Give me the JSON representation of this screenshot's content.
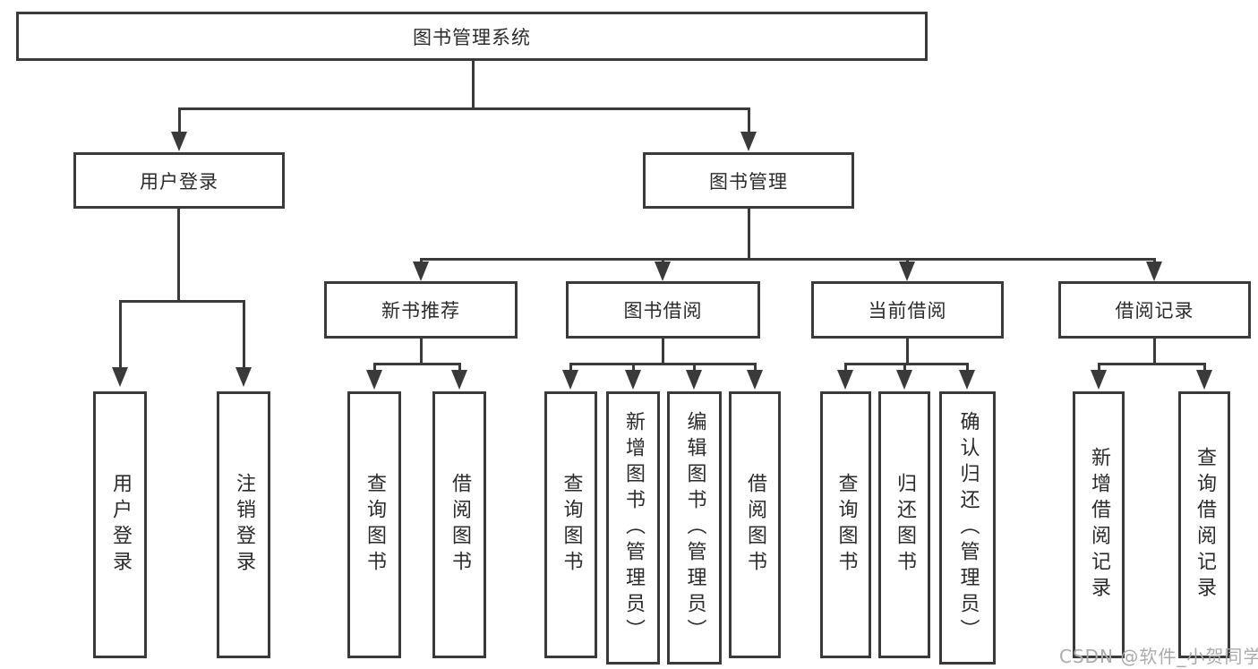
{
  "diagram_title": "图书管理系统",
  "watermark": {
    "text": "CSDN @软件_小贺同学",
    "color": "#ababab"
  },
  "colors": {
    "line": "#3a3a3a",
    "box_border": "#3a3a3a",
    "text": "#2b2b2b",
    "background": "#ffffff"
  },
  "tree": {
    "label": "图书管理系统",
    "children": [
      {
        "label": "用户登录",
        "children": [
          {
            "label": "用户登录"
          },
          {
            "label": "注销登录"
          }
        ]
      },
      {
        "label": "图书管理",
        "children": [
          {
            "label": "新书推荐",
            "children": [
              {
                "label": "查询图书"
              },
              {
                "label": "借阅图书"
              }
            ]
          },
          {
            "label": "图书借阅",
            "children": [
              {
                "label": "查询图书"
              },
              {
                "label": "新增图书（管理员）"
              },
              {
                "label": "编辑图书（管理员）"
              },
              {
                "label": "借阅图书"
              }
            ]
          },
          {
            "label": "当前借阅",
            "children": [
              {
                "label": "查询图书"
              },
              {
                "label": "归还图书"
              },
              {
                "label": "确认归还（管理员）"
              }
            ]
          },
          {
            "label": "借阅记录",
            "children": [
              {
                "label": "新增借阅记录"
              },
              {
                "label": "查询借阅记录"
              }
            ]
          }
        ]
      }
    ]
  }
}
